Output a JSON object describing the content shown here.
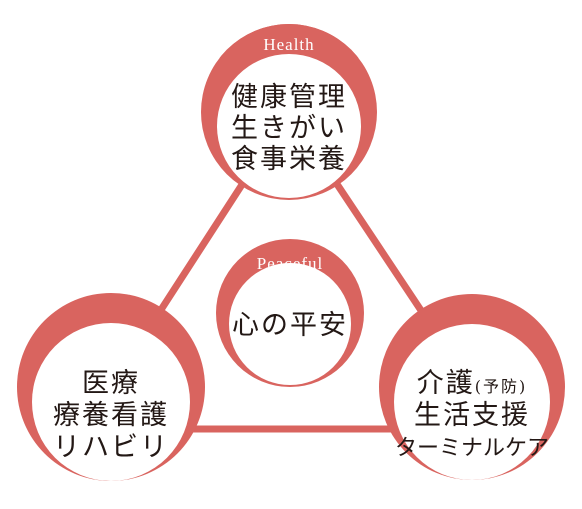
{
  "colors": {
    "accent": "#d9645f",
    "text": "#231815",
    "title_text": "#ffffff",
    "fill": "#ffffff"
  },
  "nodes": {
    "health": {
      "title": "Health",
      "lines": [
        "健康管理",
        "生きがい",
        "食事栄養"
      ]
    },
    "peaceful": {
      "title": "Peaceful",
      "lines": [
        "心の平安"
      ]
    },
    "medical": {
      "title": "Medical",
      "lines": [
        "医療",
        "療養看護",
        "リハビリ"
      ]
    },
    "care": {
      "title": "Care",
      "line1_main": "介護",
      "line1_note": "(予防)",
      "line2": "生活支援",
      "line3": "ターミナルケア"
    }
  }
}
